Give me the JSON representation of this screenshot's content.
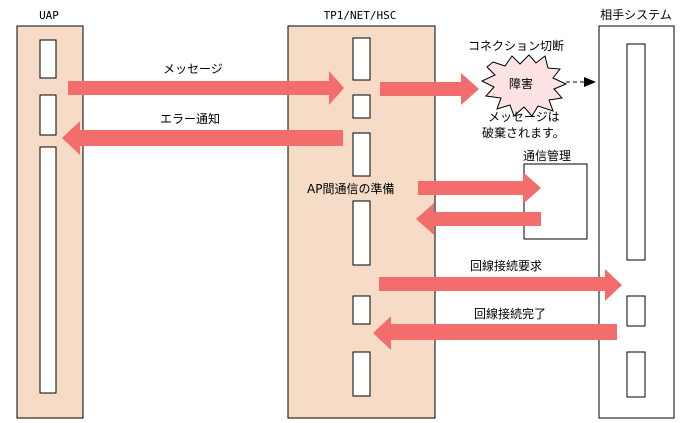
{
  "lanes": {
    "uap": "UAP",
    "tp1": "TP1/NET/HSC",
    "partner": "相手システム"
  },
  "messages": {
    "message": "メッセージ",
    "error_notice": "エラー通知",
    "prepare": "AP間通信の準備",
    "connect_request": "回線接続要求",
    "connect_done": "回線接続完了"
  },
  "fault": {
    "title": "コネクション切断",
    "label": "障害",
    "discard_line1": "メッセージは",
    "discard_line2": "破棄されます。"
  },
  "comm_mgmt": "通信管理",
  "colors": {
    "lane_fill": "#f6dcc6",
    "arrow": "#f46d6d",
    "burst": "#fde3e3"
  }
}
